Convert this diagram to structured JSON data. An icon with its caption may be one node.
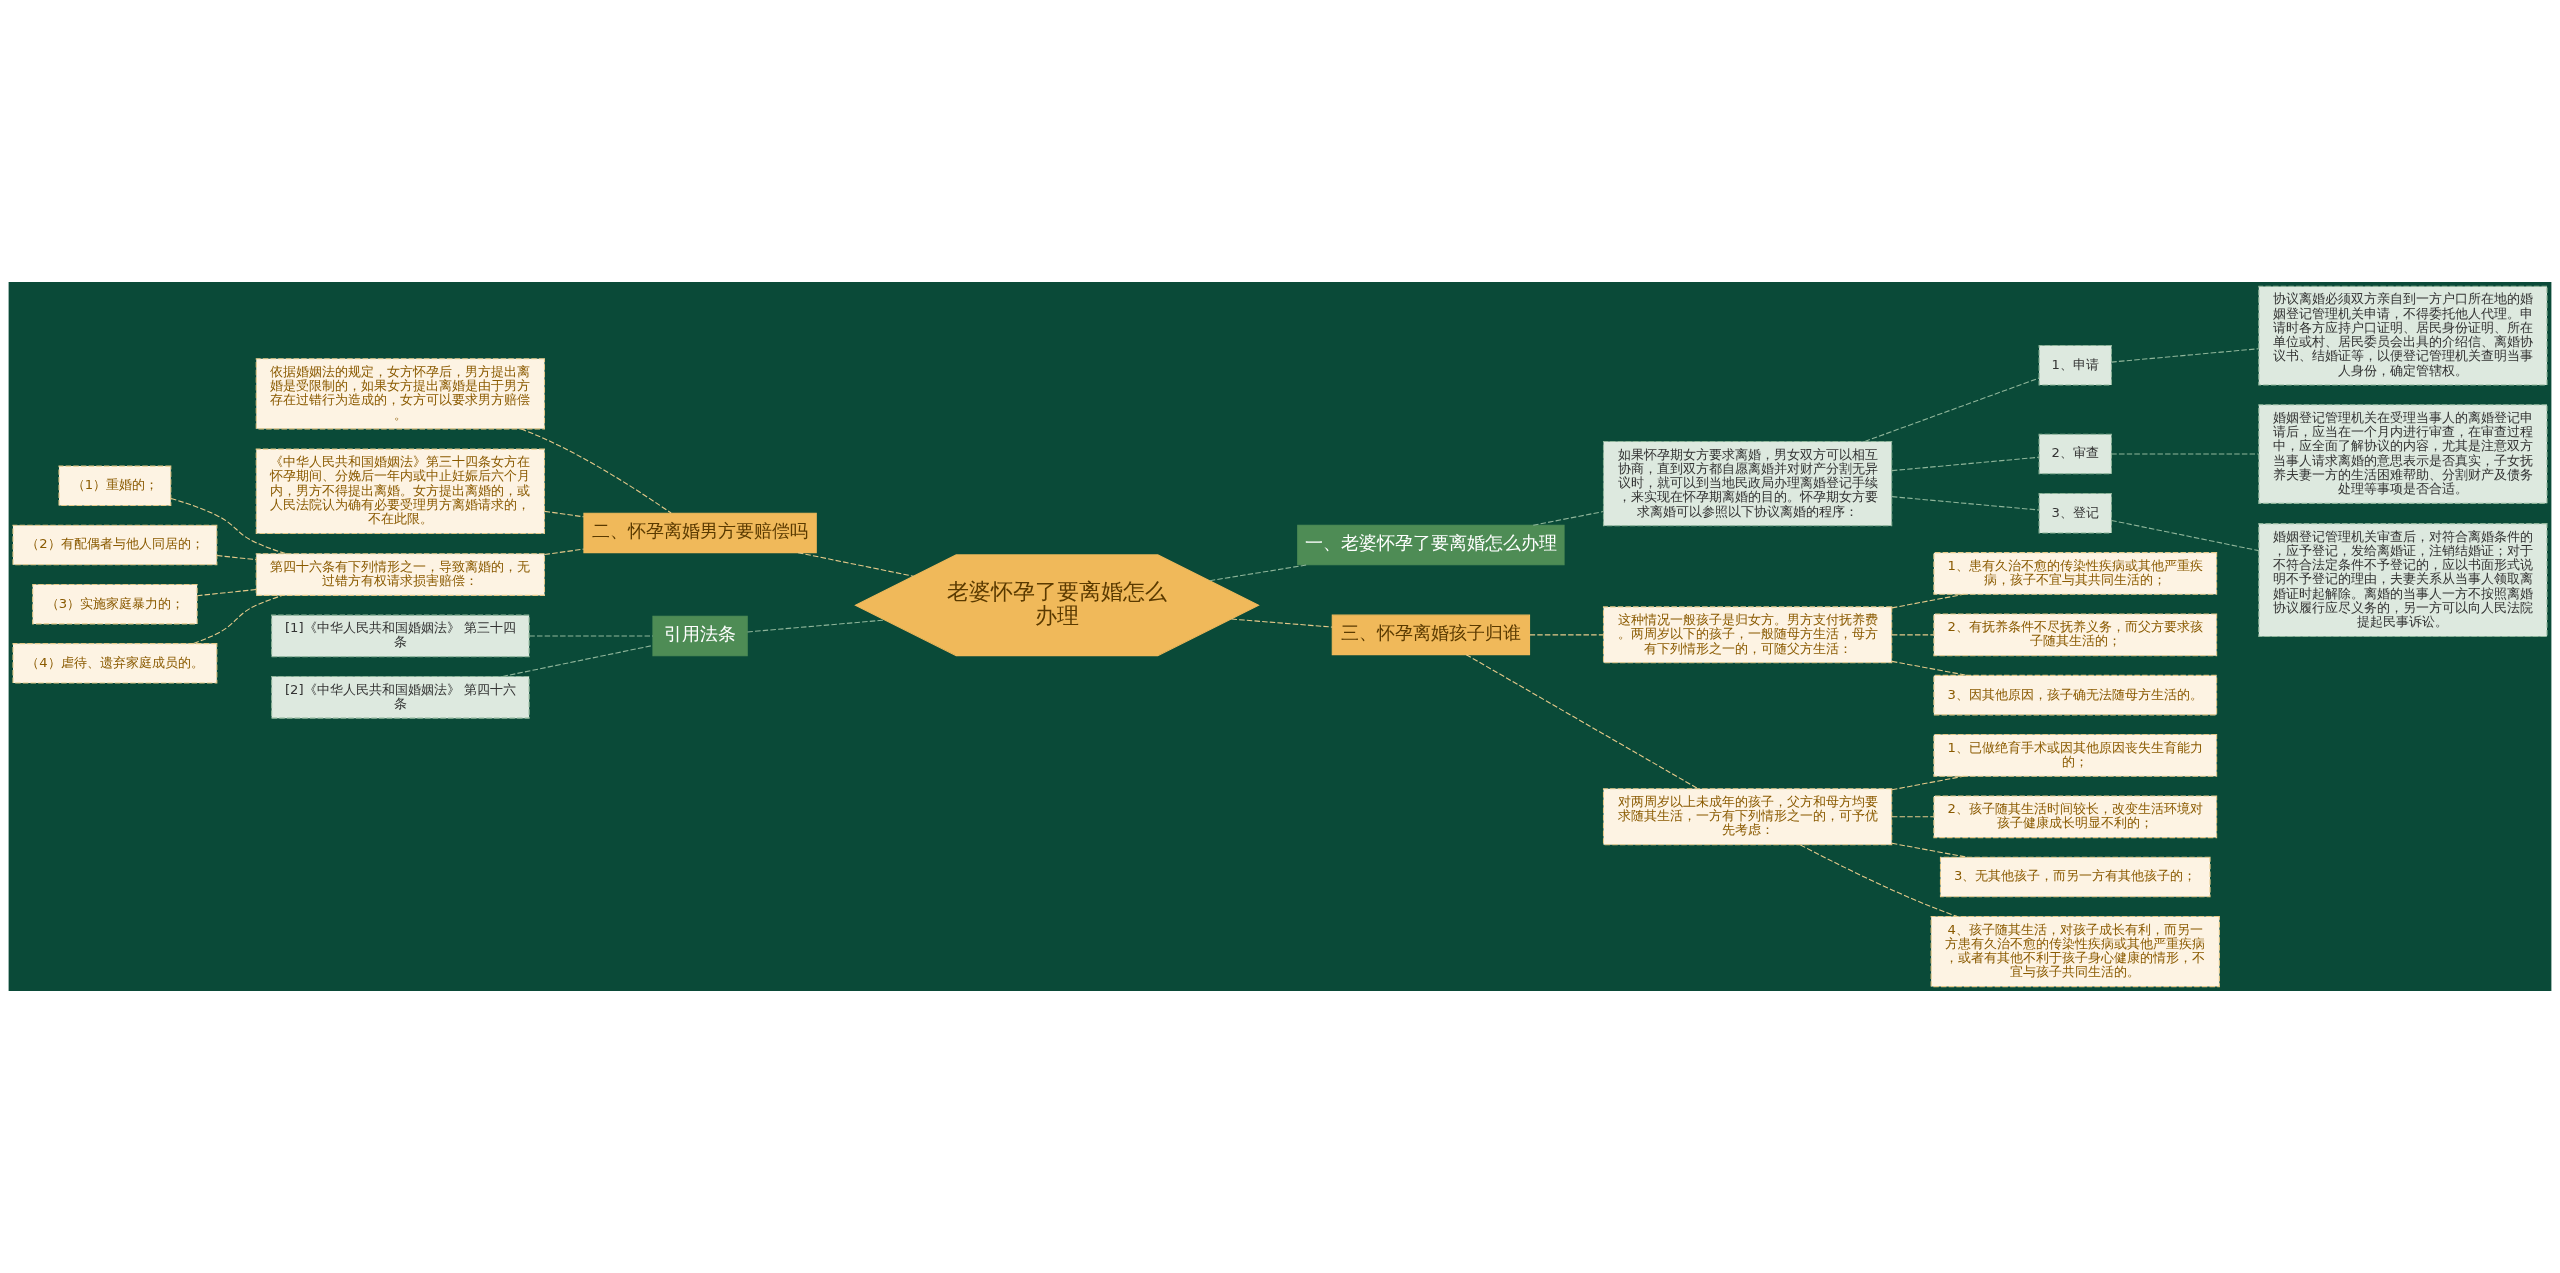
{
  "diagram": {
    "nodes": [
      {
        "text": [
          "老婆怀孕了要离婚怎么办理"
        ]
      },
      {
        "text": [
          "一、老婆怀孕了要离婚怎么办理"
        ]
      },
      {
        "text": [
          "如果怀孕期女方要求离婚，男女双方可以相互协商，直到双方都自愿离婚并对财产分割无异议时，就可以到当地民政局办理离婚登记手续，来实现在怀孕期离婚的目的。怀孕期女方要求离婚可以参照以下协议离婚的程序："
        ]
      },
      {
        "text": [
          "1、申请"
        ]
      },
      {
        "text": [
          "协议离婚必须双方亲自到一方户口所在地的婚姻登记管理机关申请，不得委托他人代理。申请时各方应持户口证明、居民身份证明、所在单位或村、居民委员会出具的介绍信、离婚协议书、结婚证等，以便登记管理机关查明当事人身份，确定管辖权。"
        ]
      },
      {
        "text": [
          "2、审查"
        ]
      },
      {
        "text": [
          "婚姻登记管理机关在受理当事人的离婚登记申请后，应当在一个月内进行审查，在审查过程中，应全面了解协议的内容，尤其是注意双方当事人请求离婚的意思表示是否真实，子女抚养夫妻一方的生活困难帮助、分割财产及债务处理等事项是否合适。"
        ]
      },
      {
        "text": [
          "3、登记"
        ]
      },
      {
        "text": [
          "婚姻登记管理机关审查后，对符合离婚条件的，应予登记，发给离婚证，注销结婚证；对于不符合法定条件不予登记的，应以书面形式说明不予登记的理由，夫妻关系从当事人领取离婚证时起解除。离婚的当事人一方不按照离婚协议履行应尽义务的，另一方可以向人民法院提起民事诉讼。"
        ]
      },
      {
        "text": [
          "三、怀孕离婚孩子归谁"
        ]
      },
      {
        "text": [
          "这种情况一般孩子是归女方。男方支付抚养费。两周岁以下的孩子，一般随母方生活，母方有下列情形之一的，可随父方生活："
        ]
      },
      {
        "text": [
          "1、患有久治不愈的传染性疾病或其他严重疾病，孩子不宜与其共同生活的；"
        ]
      },
      {
        "text": [
          "2、有抚养条件不尽抚养义务，而父方要求孩子随其生活的；"
        ]
      },
      {
        "text": [
          "3、因其他原因，孩子确无法随母方生活的。"
        ]
      },
      {
        "text": [
          "对两周岁以上未成年的孩子，父方和母方均要求随其生活，一方有下列情形之一的，可予优先考虑："
        ]
      },
      {
        "text": [
          "1、已做绝育手术或因其他原因丧失生育能力的；"
        ]
      },
      {
        "text": [
          "2、孩子随其生活时间较长，改变生活环境对孩子健康成长明显不利的；"
        ]
      },
      {
        "text": [
          "3、无其他孩子，而另一方有其他孩子的；"
        ]
      },
      {
        "text": [
          "4、孩子随其生活，对孩子成长有利，而另一方患有久治不愈的传染性疾病或其他严重疾病，或者有其他不利于孩子身心健康的情形，不宜与孩子共同生活的。"
        ]
      },
      {
        "text": [
          "二、怀孕离婚男方要赔偿吗"
        ]
      },
      {
        "text": [
          "依据婚姻法的规定，女方怀孕后，男方提出离婚是受限制的，如果女方提出离婚是由于男方存在过错行为造成的，女方可以要求男方赔偿。"
        ]
      },
      {
        "text": [
          "《中华人民共和国婚姻法》第三十四条女方在怀孕期间、分娩后一年内或中止妊娠后六个月内，男方不得提出离婚。女方提出离婚的，或人民法院认为确有必要受理男方离婚请求的，不在此限。"
        ]
      },
      {
        "text": [
          "第四十六条有下列情形之一，导致离婚的，无过错方有权请求损害赔偿："
        ]
      },
      {
        "text": [
          "（1）重婚的；"
        ]
      },
      {
        "text": [
          "（2）有配偶者与他人同居的；"
        ]
      },
      {
        "text": [
          "（3）实施家庭暴力的；"
        ]
      },
      {
        "text": [
          "（4）虐待、遗弃家庭成员的。"
        ]
      },
      {
        "text": [
          "引用法条"
        ]
      },
      {
        "text": [
          "[1]《中华人民共和国婚姻法》 第三十四条"
        ]
      },
      {
        "text": [
          "[2]《中华人民共和国婚姻法》 第四十六条"
        ]
      }
    ],
    "edges": [
      {
        "from": 0,
        "to": 1,
        "arrow": "none",
        "style": "dashed",
        "color": "#8fb59a"
      },
      {
        "from": 1,
        "to": 2,
        "arrow": "none",
        "style": "dashed",
        "color": "#8fb59a"
      },
      {
        "from": 2,
        "to": 3,
        "arrow": "none",
        "style": "dashed",
        "color": "#8fb59a"
      },
      {
        "from": 3,
        "to": 4,
        "arrow": "none",
        "style": "dashed",
        "color": "#8fb59a"
      },
      {
        "from": 2,
        "to": 5,
        "arrow": "none",
        "style": "dashed",
        "color": "#8fb59a"
      },
      {
        "from": 5,
        "to": 6,
        "arrow": "none",
        "style": "dashed",
        "color": "#8fb59a"
      },
      {
        "from": 2,
        "to": 7,
        "arrow": "none",
        "style": "dashed",
        "color": "#8fb59a"
      },
      {
        "from": 7,
        "to": 8,
        "arrow": "none",
        "style": "dashed",
        "color": "#8fb59a"
      },
      {
        "from": 0,
        "to": 9,
        "arrow": "none",
        "style": "dashed"
      },
      {
        "from": 9,
        "to": 10,
        "arrow": "none",
        "style": "dashed"
      },
      {
        "from": 10,
        "to": 11,
        "arrow": "none",
        "style": "dashed"
      },
      {
        "from": 10,
        "to": 12,
        "arrow": "none",
        "style": "dashed"
      },
      {
        "from": 10,
        "to": 13,
        "arrow": "none",
        "style": "dashed"
      },
      {
        "from": 9,
        "to": 14,
        "arrow": "none",
        "style": "dashed"
      },
      {
        "from": 14,
        "to": 15,
        "arrow": "none",
        "style": "dashed"
      },
      {
        "from": 14,
        "to": 16,
        "arrow": "none",
        "style": "dashed"
      },
      {
        "from": 14,
        "to": 17,
        "arrow": "none",
        "style": "dashed"
      },
      {
        "from": 14,
        "to": 18,
        "arrow": "none",
        "style": "dashed"
      },
      {
        "from": 0,
        "to": 19,
        "arrow": "none",
        "style": "dashed"
      },
      {
        "from": 19,
        "to": 20,
        "arrow": "none",
        "style": "dashed"
      },
      {
        "from": 19,
        "to": 21,
        "arrow": "none",
        "style": "dashed"
      },
      {
        "from": 19,
        "to": 22,
        "arrow": "none",
        "style": "dashed"
      },
      {
        "from": 22,
        "to": 23,
        "arrow": "none",
        "style": "dashed"
      },
      {
        "from": 22,
        "to": 24,
        "arrow": "none",
        "style": "dashed"
      },
      {
        "from": 22,
        "to": 25,
        "arrow": "none",
        "style": "dashed"
      },
      {
        "from": 22,
        "to": 26,
        "arrow": "none",
        "style": "dashed"
      },
      {
        "from": 0,
        "to": 27,
        "arrow": "none",
        "style": "dashed",
        "color": "#8fb59a"
      },
      {
        "from": 27,
        "to": 28,
        "arrow": "none",
        "style": "dashed",
        "color": "#8fb59a"
      },
      {
        "from": 27,
        "to": 29,
        "arrow": "none",
        "style": "dashed",
        "color": "#8fb59a"
      }
    ]
  }
}
